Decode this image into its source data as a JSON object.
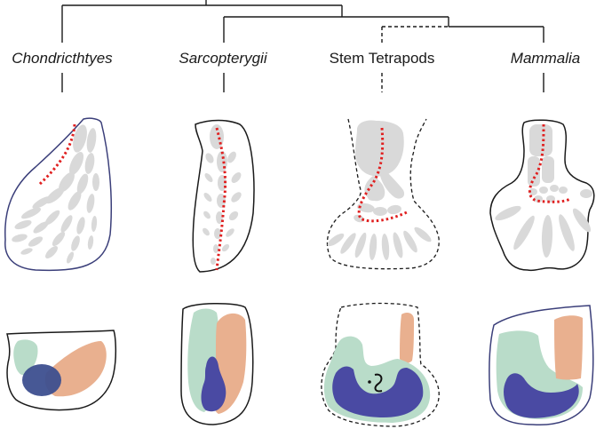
{
  "taxa": [
    {
      "id": "chondrichthyes",
      "label": "Chondricthtyes",
      "italic": true
    },
    {
      "id": "sarcopterygii",
      "label": "Sarcopterygii",
      "italic": true
    },
    {
      "id": "stem-tetrapods",
      "label": "Stem Tetrapods",
      "italic": false
    },
    {
      "id": "mammalia",
      "label": "Mammalia",
      "italic": true
    }
  ],
  "colors": {
    "outline": "#1a1a1a",
    "outline_blue": "#3b3f7a",
    "bone_gray": "#d9d9d9",
    "metapterygial_axis_red": "#e02020",
    "domain_green": "#b9dcc9",
    "domain_orange": "#e9b08f",
    "domain_blue": "#4a4aa3",
    "domain_overlap": "#4d6f8f"
  },
  "legend": "none",
  "annotations": [
    {
      "id": "stem-tetrapods-branch",
      "style": "dashed"
    },
    {
      "id": "stem-tetrapods-outlines",
      "style": "dashed"
    },
    {
      "id": "metapterygial-axis",
      "style": "red-dotted"
    }
  ]
}
